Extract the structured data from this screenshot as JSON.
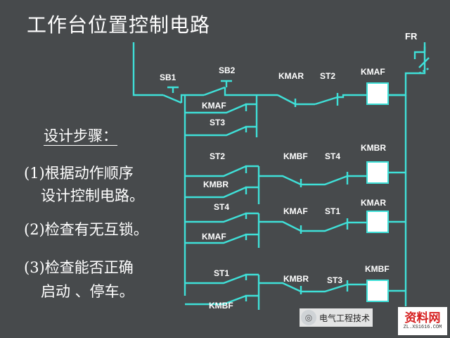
{
  "title": "工作台位置控制电路",
  "steps": {
    "heading": "设计步骤：",
    "step1_line1": "(1)根据动作顺序",
    "step1_line2": "设计控制电路。",
    "step2": "(2)检查有无互锁。",
    "step3_line1": "(3)检查能否正确",
    "step3_line2": "启动 、停车。"
  },
  "circuit_labels": {
    "fr": "FR",
    "sb1": "SB1",
    "sb2": "SB2",
    "kmaf_hold": "KMAF",
    "st3_hold": "ST3",
    "kmar_row1": "KMAR",
    "st2_row1": "ST2",
    "kmaf_coil": "KMAF",
    "st2_row2": "ST2",
    "kmbr_hold": "KMBR",
    "kmbf_row2": "KMBF",
    "st4_row2": "ST4",
    "kmbr_coil": "KMBR",
    "st4_row3": "ST4",
    "kmaf_row3_hold": "KMAF",
    "kmaf_row3": "KMAF",
    "st1_row3": "ST1",
    "kmar_coil": "KMAR",
    "st1_row4": "ST1",
    "kmbf_hold": "KMBF",
    "kmbr_row4": "KMBR",
    "st3_row4": "ST3",
    "kmbf_coil": "KMBF"
  },
  "watermark": {
    "icon": "wechat-icon",
    "text": "电气工程技术",
    "logo_main": "资料网",
    "logo_sub": "ZL.XS1616.COM"
  },
  "colors": {
    "background": "#474a4c",
    "wire": "#3fe0d8",
    "coil_fill": "#ffffff",
    "text": "#ffffff"
  }
}
